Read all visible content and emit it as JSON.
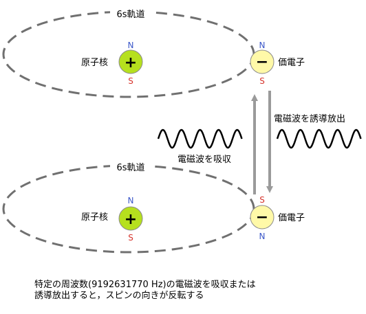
{
  "diagram": {
    "top_state": {
      "orbital_label": "6s軌道",
      "nucleus": {
        "label": "原子核",
        "symbol": "+",
        "pole_top": "N",
        "pole_bottom": "S"
      },
      "electron": {
        "label": "価電子",
        "symbol": "−",
        "pole_top": "N",
        "pole_bottom": "S"
      }
    },
    "bottom_state": {
      "orbital_label": "6s軌道",
      "nucleus": {
        "label": "原子核",
        "symbol": "+",
        "pole_top": "N",
        "pole_bottom": "S"
      },
      "electron": {
        "label": "価電子",
        "symbol": "−",
        "pole_top": "S",
        "pole_bottom": "N"
      }
    },
    "absorb_label": "電磁波を吸収",
    "emit_label": "電磁波を誘導放出",
    "caption_line1": "特定の周波数(9192631770 Hz)の電磁波を吸収または",
    "caption_line2": "誘導放出すると，スピンの向きが反転する",
    "colors": {
      "nucleus_fill": "#b6e01e",
      "electron_fill": "#fff9a8",
      "orbit_stroke": "#707070",
      "arrow": "#9a9a9a",
      "north": "#3b57c9",
      "south": "#d6332b"
    }
  }
}
